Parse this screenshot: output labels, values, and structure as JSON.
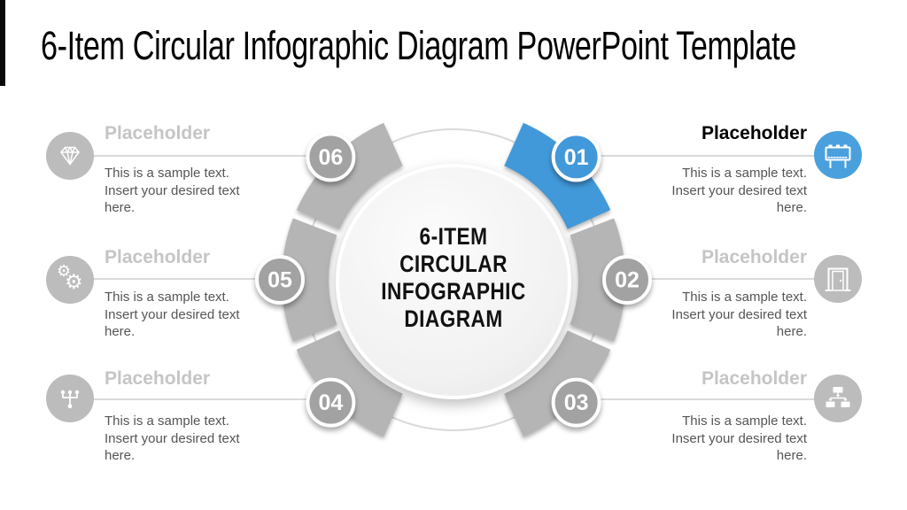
{
  "title": "6-Item Circular Infographic Diagram PowerPoint Template",
  "center": {
    "line1": "6-ITEM",
    "line2": "CIRCULAR",
    "line3": "INFOGRAPHIC",
    "line4": "DIAGRAM"
  },
  "ring": {
    "badges": [
      {
        "label": "01",
        "position": "top-right",
        "highlighted": true
      },
      {
        "label": "02",
        "position": "right",
        "highlighted": false
      },
      {
        "label": "03",
        "position": "bottom-right",
        "highlighted": false
      },
      {
        "label": "04",
        "position": "bottom-left",
        "highlighted": false
      },
      {
        "label": "05",
        "position": "left",
        "highlighted": false
      },
      {
        "label": "06",
        "position": "top-left",
        "highlighted": false
      }
    ]
  },
  "items": [
    {
      "side": "left",
      "row": 1,
      "heading": "Placeholder",
      "heading_style": "gray",
      "body_line1": "This is a sample text.",
      "body_line2": "Insert your desired text",
      "body_line3": "here.",
      "icon": "diamond-icon"
    },
    {
      "side": "left",
      "row": 2,
      "heading": "Placeholder",
      "heading_style": "gray",
      "body_line1": "This is a sample text.",
      "body_line2": "Insert your desired text",
      "body_line3": "here.",
      "icon": "gears-icon"
    },
    {
      "side": "left",
      "row": 3,
      "heading": "Placeholder",
      "heading_style": "gray",
      "body_line1": "This is a sample text.",
      "body_line2": "Insert your desired text",
      "body_line3": "here.",
      "icon": "hierarchy-icon"
    },
    {
      "side": "right",
      "row": 1,
      "heading": "Placeholder",
      "heading_style": "dark",
      "body_line1": "This is a sample text.",
      "body_line2": "Insert your desired text",
      "body_line3": "here.",
      "icon": "billboard-icon"
    },
    {
      "side": "right",
      "row": 2,
      "heading": "Placeholder",
      "heading_style": "gray",
      "body_line1": "This is a sample text.",
      "body_line2": "Insert your desired text",
      "body_line3": "here.",
      "icon": "door-icon"
    },
    {
      "side": "right",
      "row": 3,
      "heading": "Placeholder",
      "heading_style": "gray",
      "body_line1": "This is a sample text.",
      "body_line2": "Insert your desired text",
      "body_line3": "here.",
      "icon": "org-chart-icon"
    }
  ],
  "icons": {
    "gear_glyph": "⚙"
  },
  "colors": {
    "accent_blue": "#4299d9",
    "icon_blue": "#4aa0dc",
    "segment_gray": "#b5b5b5",
    "badge_gray": "#a2a2a2",
    "icon_circle_gray": "#bcbcbc",
    "heading_gray": "#c5c5c5",
    "body_text": "#555555",
    "connector_line": "#dadada",
    "title_text": "#000000"
  }
}
